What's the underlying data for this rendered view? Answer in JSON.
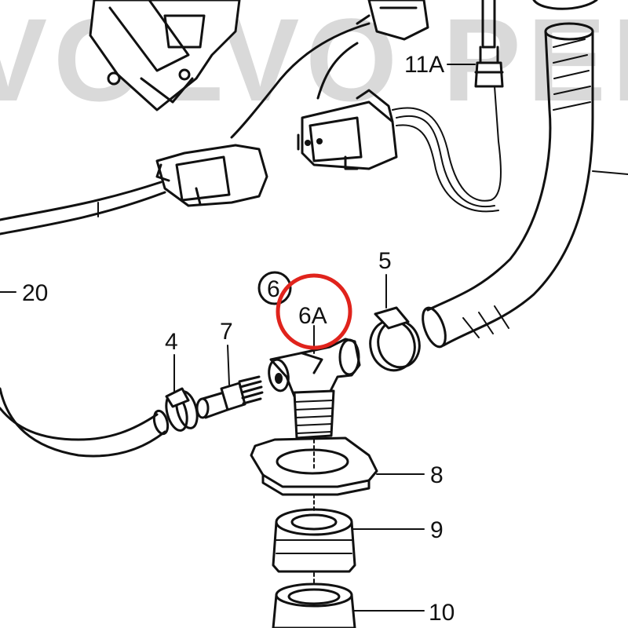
{
  "watermark": "VOLVO PENTA",
  "highlight_color": "#e0231c",
  "labels": {
    "p20": "20",
    "p11a": "11A",
    "p5": "5",
    "p6": "6",
    "p6a": "6A",
    "p4": "4",
    "p7": "7",
    "p8": "8",
    "p9": "9",
    "p10": "10"
  }
}
